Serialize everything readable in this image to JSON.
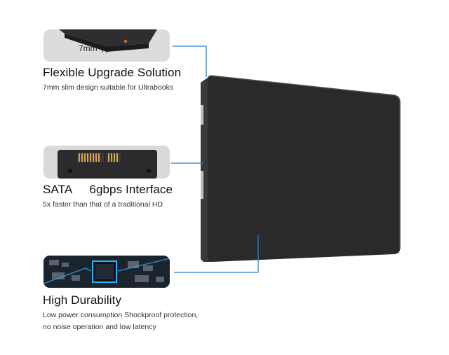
{
  "features": [
    {
      "title": "Flexible Upgrade Solution",
      "desc": "7mm slim design suitable for Ultrabooks",
      "thumb_label": "7mm"
    },
    {
      "title": "SATA     6gbps Interface",
      "desc": "5x faster than that of a traditional HD"
    },
    {
      "title": "High Durability",
      "desc_line1": "Low power consumption Shockproof protection,",
      "desc_line2": "no noise operation and low latency"
    }
  ],
  "colors": {
    "ssd_body": "#2a2a2d",
    "ssd_edge": "#3a3a3e",
    "callout_line": "#2f7fc8",
    "chip_glow": "#27b4ff"
  },
  "icons": [
    "ssd-drive-image",
    "ssd-thickness-thumbnail",
    "sata-connector-thumbnail",
    "circuit-board-thumbnail"
  ]
}
